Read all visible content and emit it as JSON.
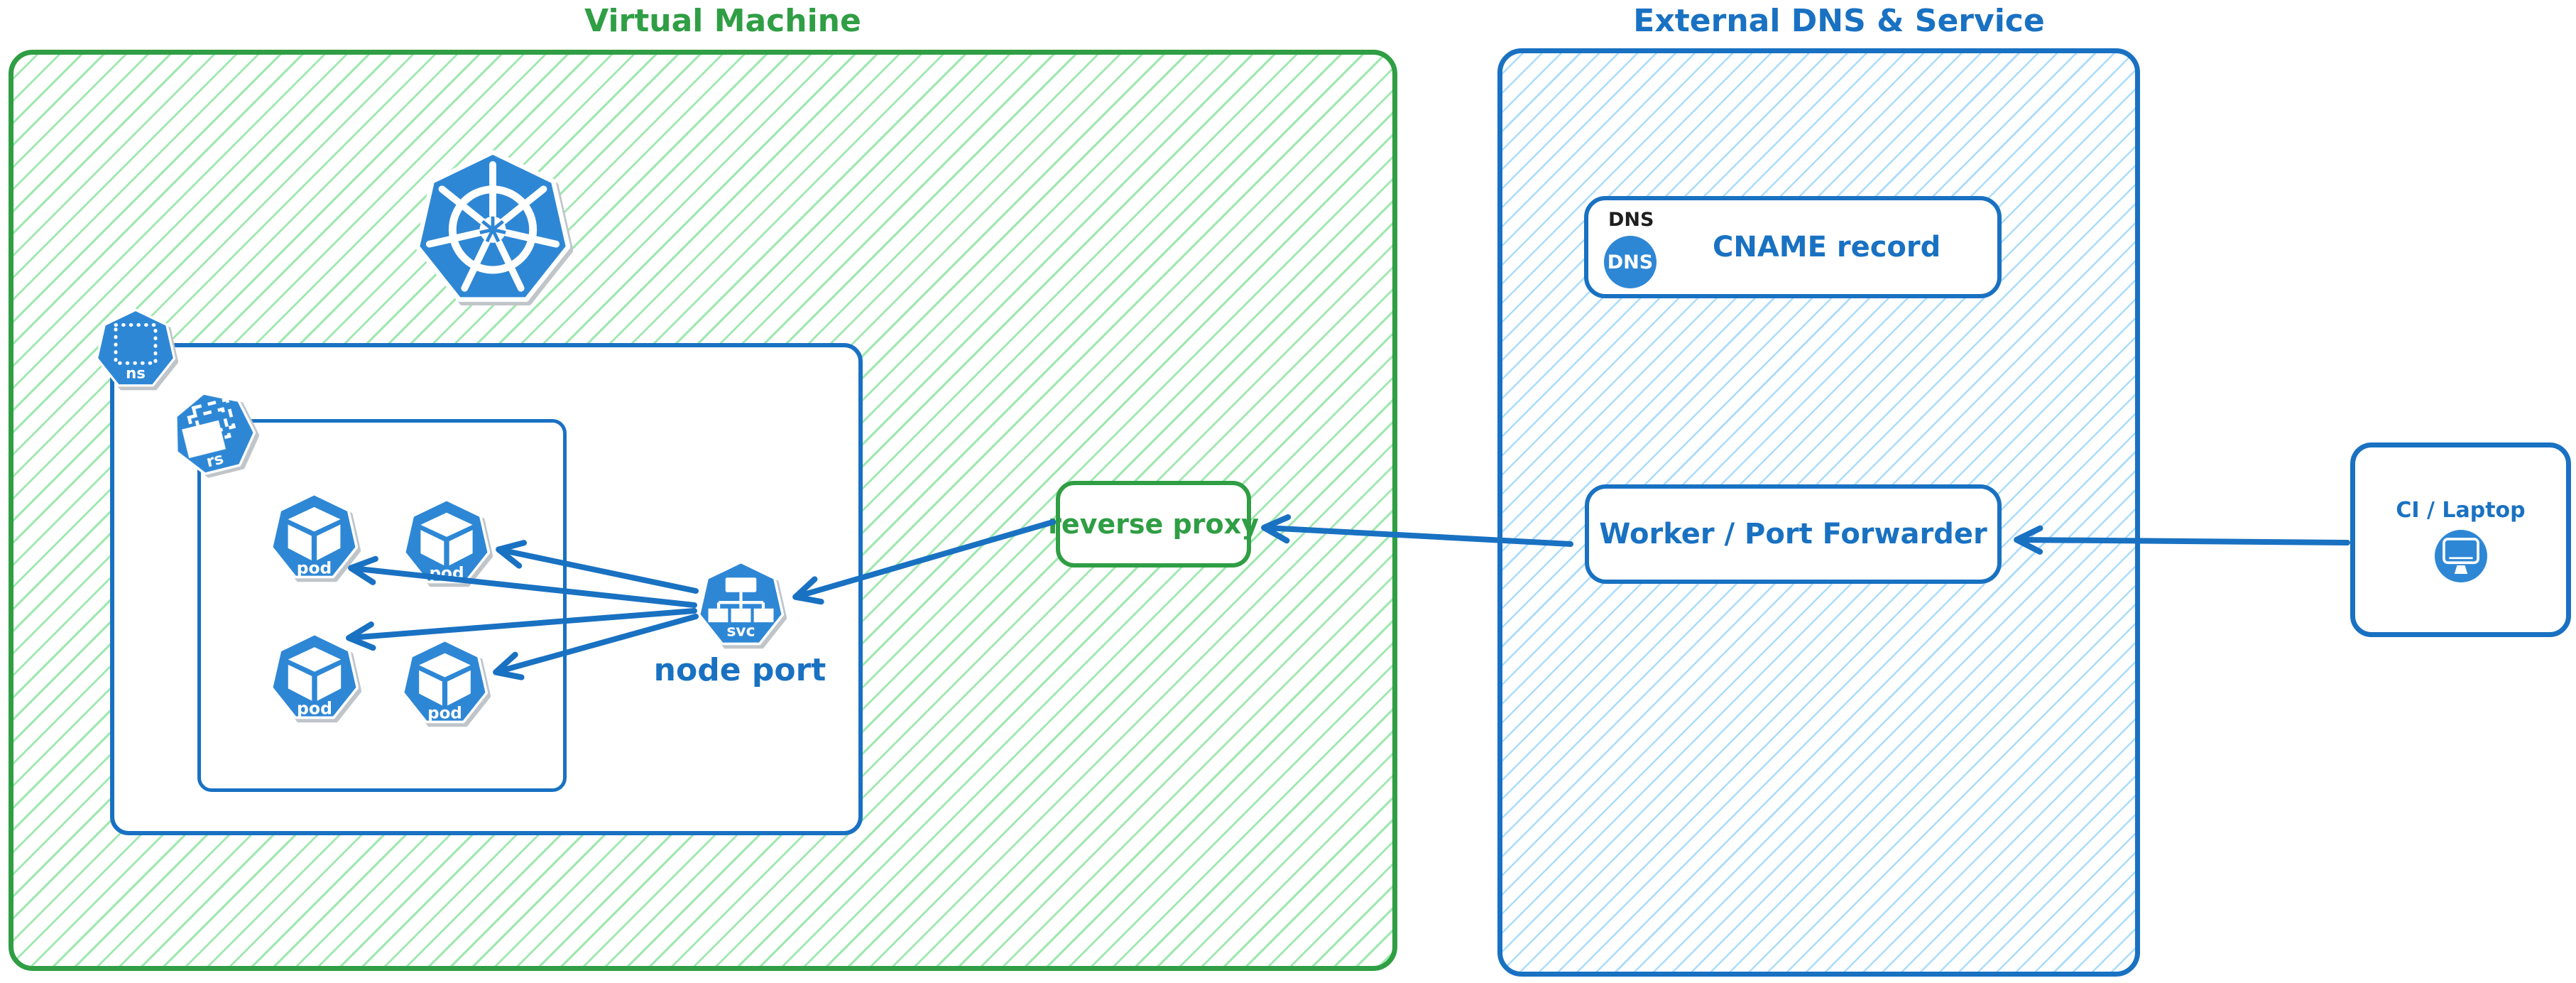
{
  "vm_group": {
    "title": "Virtual Machine"
  },
  "external_group": {
    "title": "External DNS & Service"
  },
  "k8s": {
    "kubernetes_logo": "kubernetes",
    "namespace_icon_label": "ns",
    "replicaset_icon_label": "rs",
    "pod_labels": [
      "pod",
      "pod",
      "pod",
      "pod"
    ],
    "service_icon_label": "svc",
    "service_caption": "node port"
  },
  "reverse_proxy": {
    "label": "reverse proxy"
  },
  "dns_card": {
    "tag": "DNS",
    "badge_label": "DNS",
    "label": "CNAME record"
  },
  "worker": {
    "label": "Worker / Port Forwarder"
  },
  "client": {
    "label": "CI / Laptop"
  },
  "connections": [
    {
      "from": "ci-laptop",
      "to": "worker-port-forwarder"
    },
    {
      "from": "worker-port-forwarder",
      "to": "reverse-proxy"
    },
    {
      "from": "reverse-proxy",
      "to": "node-port-service"
    },
    {
      "from": "node-port-service",
      "to": "pod-1"
    },
    {
      "from": "node-port-service",
      "to": "pod-2"
    },
    {
      "from": "node-port-service",
      "to": "pod-3"
    },
    {
      "from": "node-port-service",
      "to": "pod-4"
    }
  ],
  "colors": {
    "green_stroke": "#2f9e44",
    "green_hatch": "#9fe8af",
    "blue_stroke": "#1971c2",
    "blue_hatch": "#abdcfb",
    "icon_fill": "#2e87d5",
    "arrow": "#1971c2",
    "dns_tag_text": "#1e1e1e"
  }
}
